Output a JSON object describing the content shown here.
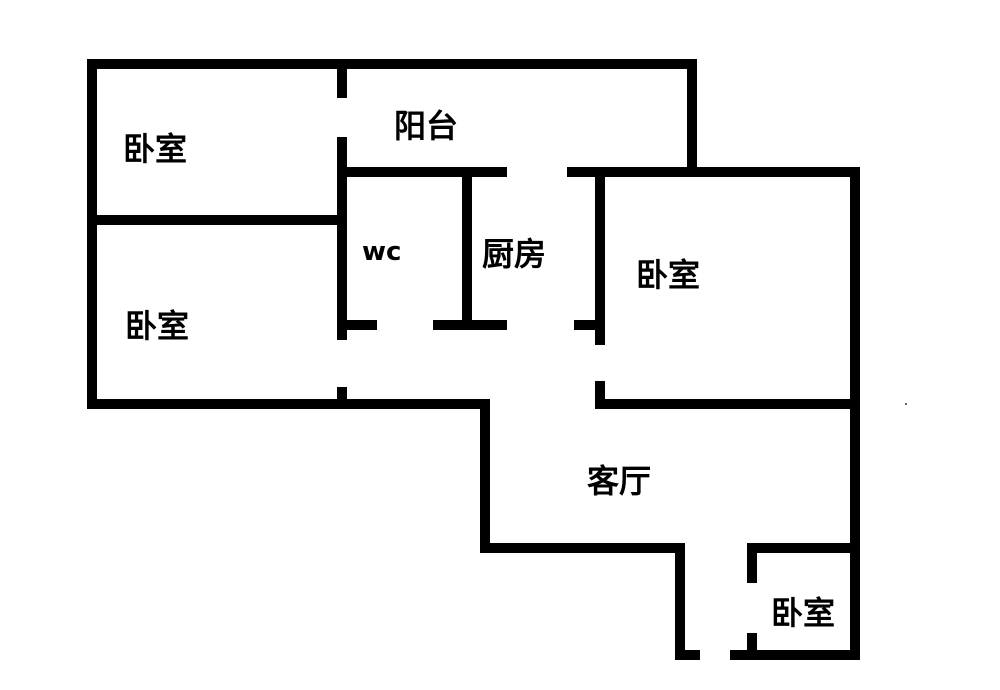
{
  "floor_plan": {
    "rooms": {
      "bedroom_top_left": "卧室",
      "bedroom_left": "卧室",
      "balcony": "阳台",
      "wc": "wc",
      "kitchen": "厨房",
      "bedroom_right": "卧室",
      "living_room": "客厅",
      "bedroom_small": "卧室"
    }
  }
}
